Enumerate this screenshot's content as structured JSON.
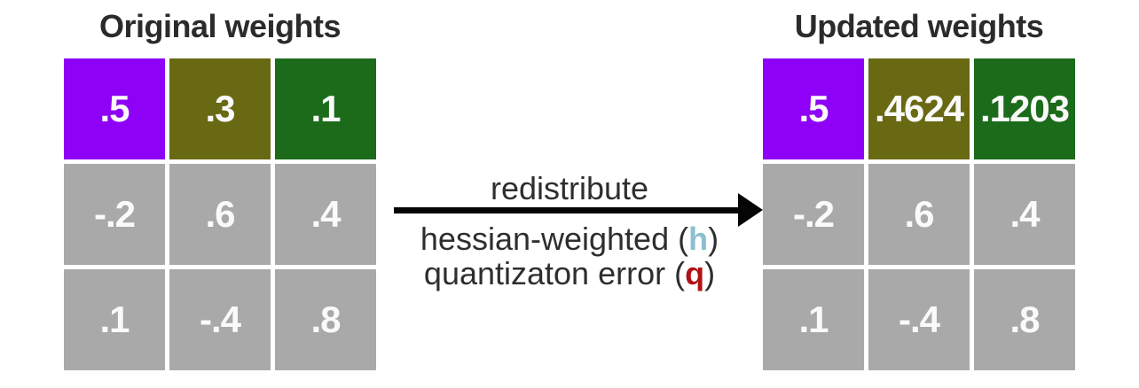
{
  "colors": {
    "purple": "#8E01F6",
    "olive": "#696914",
    "green": "#1B6B1B",
    "gray": "#A9A9A9",
    "hessian_h": "#8CBFD0",
    "quant_q": "#B01217",
    "arrow": "#050505",
    "title_text": "#2B2B2B",
    "cell_text": "#FAFAFA"
  },
  "grids": {
    "original": {
      "title": "Original weights",
      "cells": [
        {
          "value": ".5",
          "color": "#8E01F6"
        },
        {
          "value": ".3",
          "color": "#696914"
        },
        {
          "value": ".1",
          "color": "#1B6B1B"
        },
        {
          "value": "-.2",
          "color": "#A9A9A9"
        },
        {
          "value": ".6",
          "color": "#A9A9A9"
        },
        {
          "value": ".4",
          "color": "#A9A9A9"
        },
        {
          "value": ".1",
          "color": "#A9A9A9"
        },
        {
          "value": "-.4",
          "color": "#A9A9A9"
        },
        {
          "value": ".8",
          "color": "#A9A9A9"
        }
      ]
    },
    "updated": {
      "title": "Updated weights",
      "cells": [
        {
          "value": ".5",
          "color": "#8E01F6"
        },
        {
          "value": ".4624",
          "color": "#696914"
        },
        {
          "value": ".1203",
          "color": "#1B6B1B"
        },
        {
          "value": "-.2",
          "color": "#A9A9A9"
        },
        {
          "value": ".6",
          "color": "#A9A9A9"
        },
        {
          "value": ".4",
          "color": "#A9A9A9"
        },
        {
          "value": ".1",
          "color": "#A9A9A9"
        },
        {
          "value": "-.4",
          "color": "#A9A9A9"
        },
        {
          "value": ".8",
          "color": "#A9A9A9"
        }
      ]
    }
  },
  "arrow_annotation": {
    "label_top": "redistribute",
    "line1": {
      "prefix": "hessian-weighted (",
      "var": "h",
      "suffix": ")",
      "var_color": "#8CBFD0"
    },
    "line2": {
      "prefix": "quantizaton error (",
      "var": "q",
      "suffix": ")",
      "var_color": "#B01217"
    }
  }
}
